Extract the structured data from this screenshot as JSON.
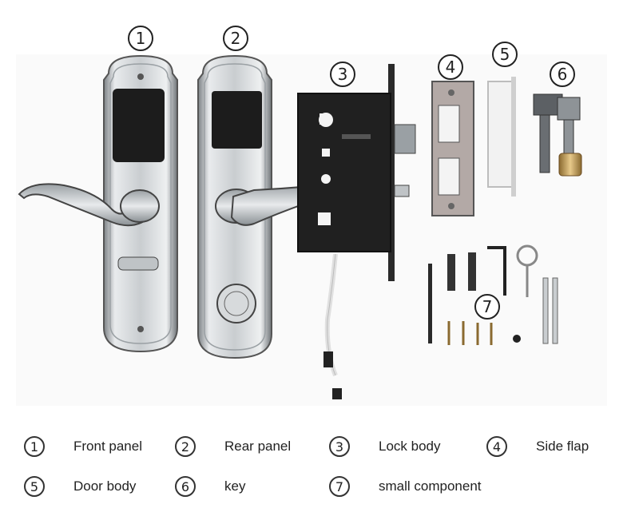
{
  "callouts": [
    "1",
    "2",
    "3",
    "4",
    "5",
    "6",
    "7"
  ],
  "legend": [
    {
      "num": "1",
      "label": "Front panel"
    },
    {
      "num": "2",
      "label": "Rear panel"
    },
    {
      "num": "3",
      "label": "Lock body"
    },
    {
      "num": "4",
      "label": "Side flap"
    },
    {
      "num": "5",
      "label": "Door body"
    },
    {
      "num": "6",
      "label": "key"
    },
    {
      "num": "7",
      "label": "small component"
    }
  ],
  "colors": {
    "steel_light": "#e6e8ea",
    "steel_dark": "#8e9397",
    "black_panel": "#1c1c1c",
    "brass": "#c8a060"
  }
}
